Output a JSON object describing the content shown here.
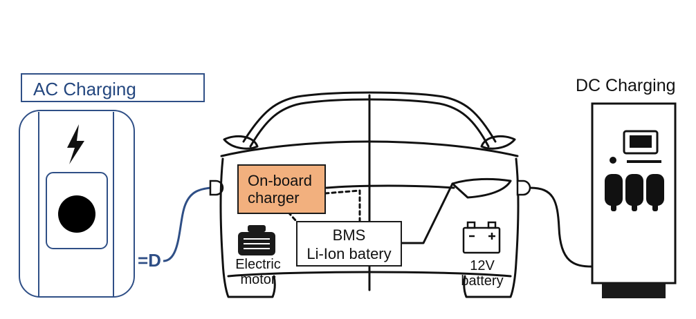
{
  "ac_charging": {
    "title": "AC Charging"
  },
  "dc_charging": {
    "title": "DC Charging"
  },
  "onboard_charger": {
    "line1": "On-board",
    "line2": "charger"
  },
  "bms": {
    "line1": "BMS",
    "line2": "Li-Ion batery"
  },
  "electric_motor": {
    "line1": "Electric",
    "line2": "motor"
  },
  "battery_12v": {
    "line1": "12V",
    "line2": "battery"
  },
  "ac_connector": {
    "glyph": "=D"
  },
  "colors": {
    "ac_blue": "#2f4f86",
    "charger_fill": "#f2b07e",
    "ink": "#111111"
  },
  "icons": [
    "lightning-icon",
    "socket-icon",
    "engine-icon",
    "car-battery-icon",
    "plug-icon"
  ]
}
